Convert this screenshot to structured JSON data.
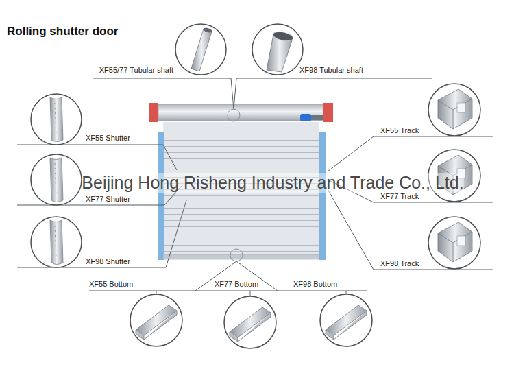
{
  "diagram": {
    "title": "Rolling shutter door",
    "labels": [
      "XF55/77 Tubular shaft",
      "XF98 Tubular shaft",
      "XF55 Shutter",
      "XF77 Shutter",
      "XF98 Shutter",
      "XF55 Track",
      "XF77 Track",
      "XF98 Track",
      "XF55 Bottom",
      "XF77 Bottom",
      "XF98 Bottom",
      "Beijing Hong Risheng Industry and Trade Co., Ltd."
    ]
  }
}
